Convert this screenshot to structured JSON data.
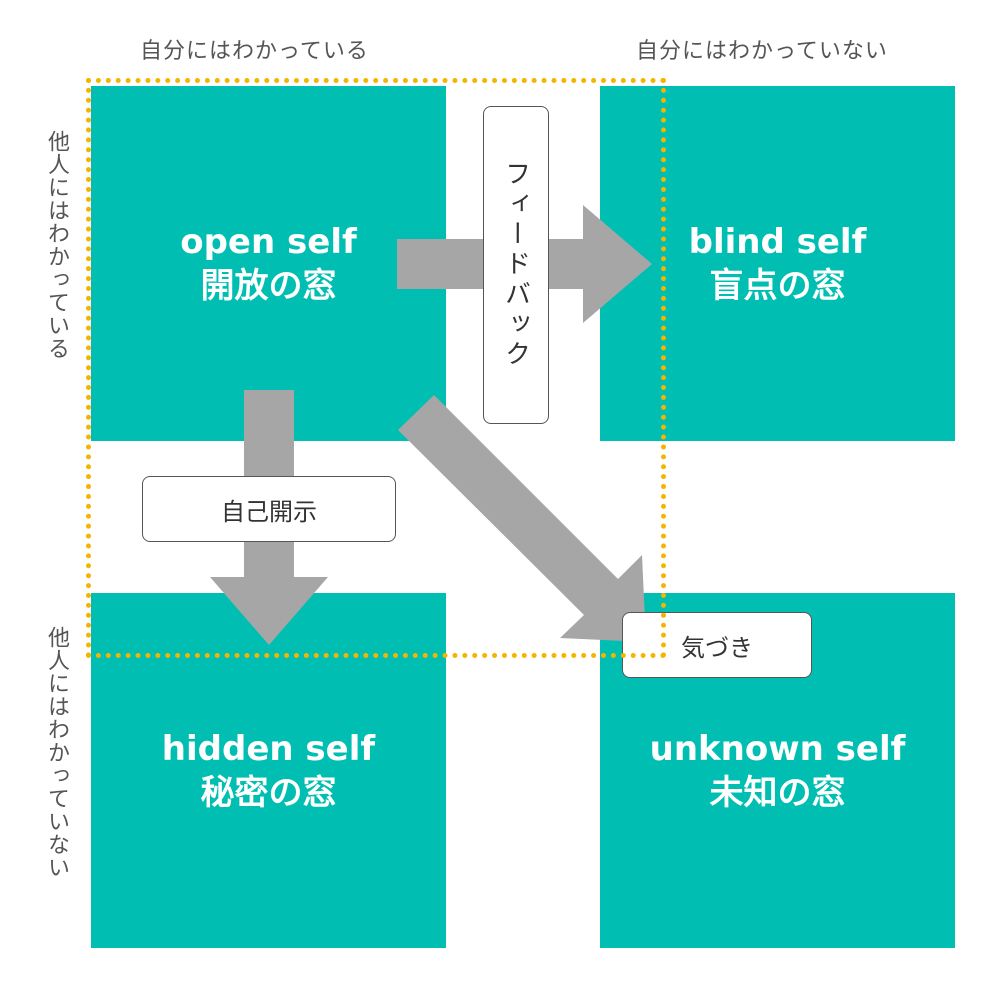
{
  "columns": {
    "known_to_self": "自分にはわかっている",
    "unknown_to_self": "自分にはわかっていない"
  },
  "rows": {
    "known_to_others": "他人にはわかっている",
    "unknown_to_others": "他人にはわかっていない"
  },
  "quadrants": {
    "open": {
      "en": "open self",
      "jp": "開放の窓"
    },
    "blind": {
      "en": "blind self",
      "jp": "盲点の窓"
    },
    "hidden": {
      "en": "hidden self",
      "jp": "秘密の窓"
    },
    "unknown": {
      "en": "unknown self",
      "jp": "未知の窓"
    }
  },
  "arrows": {
    "feedback": "フィードバック",
    "self_disclosure": "自己開示",
    "awareness": "気づき"
  },
  "colors": {
    "quadrant": "#00bfb2",
    "arrow": "#a6a6a6",
    "highlight_border": "#f5b400",
    "label_text": "#555555"
  }
}
